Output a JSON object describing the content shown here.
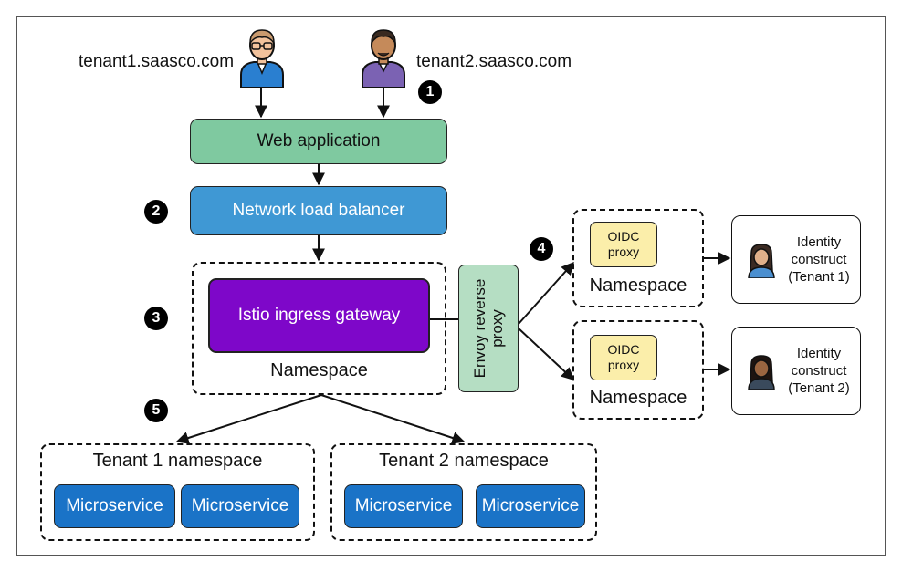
{
  "users": {
    "tenant1_label": "tenant1.saasco.com",
    "tenant2_label": "tenant2.saasco.com"
  },
  "badges": {
    "b1": "1",
    "b2": "2",
    "b3": "3",
    "b4": "4",
    "b5": "5"
  },
  "web_app": {
    "label": "Web application"
  },
  "nlb": {
    "label": "Network load balancer"
  },
  "istio": {
    "label": "Istio ingress gateway",
    "namespace": "Namespace"
  },
  "envoy": {
    "line1": "Envoy reverse",
    "line2": "proxy"
  },
  "oidc_top": {
    "line1": "OIDC",
    "line2": "proxy",
    "namespace": "Namespace"
  },
  "oidc_bottom": {
    "line1": "OIDC",
    "line2": "proxy",
    "namespace": "Namespace"
  },
  "identity_1": {
    "line1": "Identity",
    "line2": "construct",
    "line3": "(Tenant 1)"
  },
  "identity_2": {
    "line1": "Identity",
    "line2": "construct",
    "line3": "(Tenant 2)"
  },
  "tenant1_ns": {
    "title": "Tenant 1 namespace",
    "ms1": "Microservice",
    "ms2": "Microservice"
  },
  "tenant2_ns": {
    "title": "Tenant 2 namespace",
    "ms1": "Microservice",
    "ms2": "Microservice"
  }
}
